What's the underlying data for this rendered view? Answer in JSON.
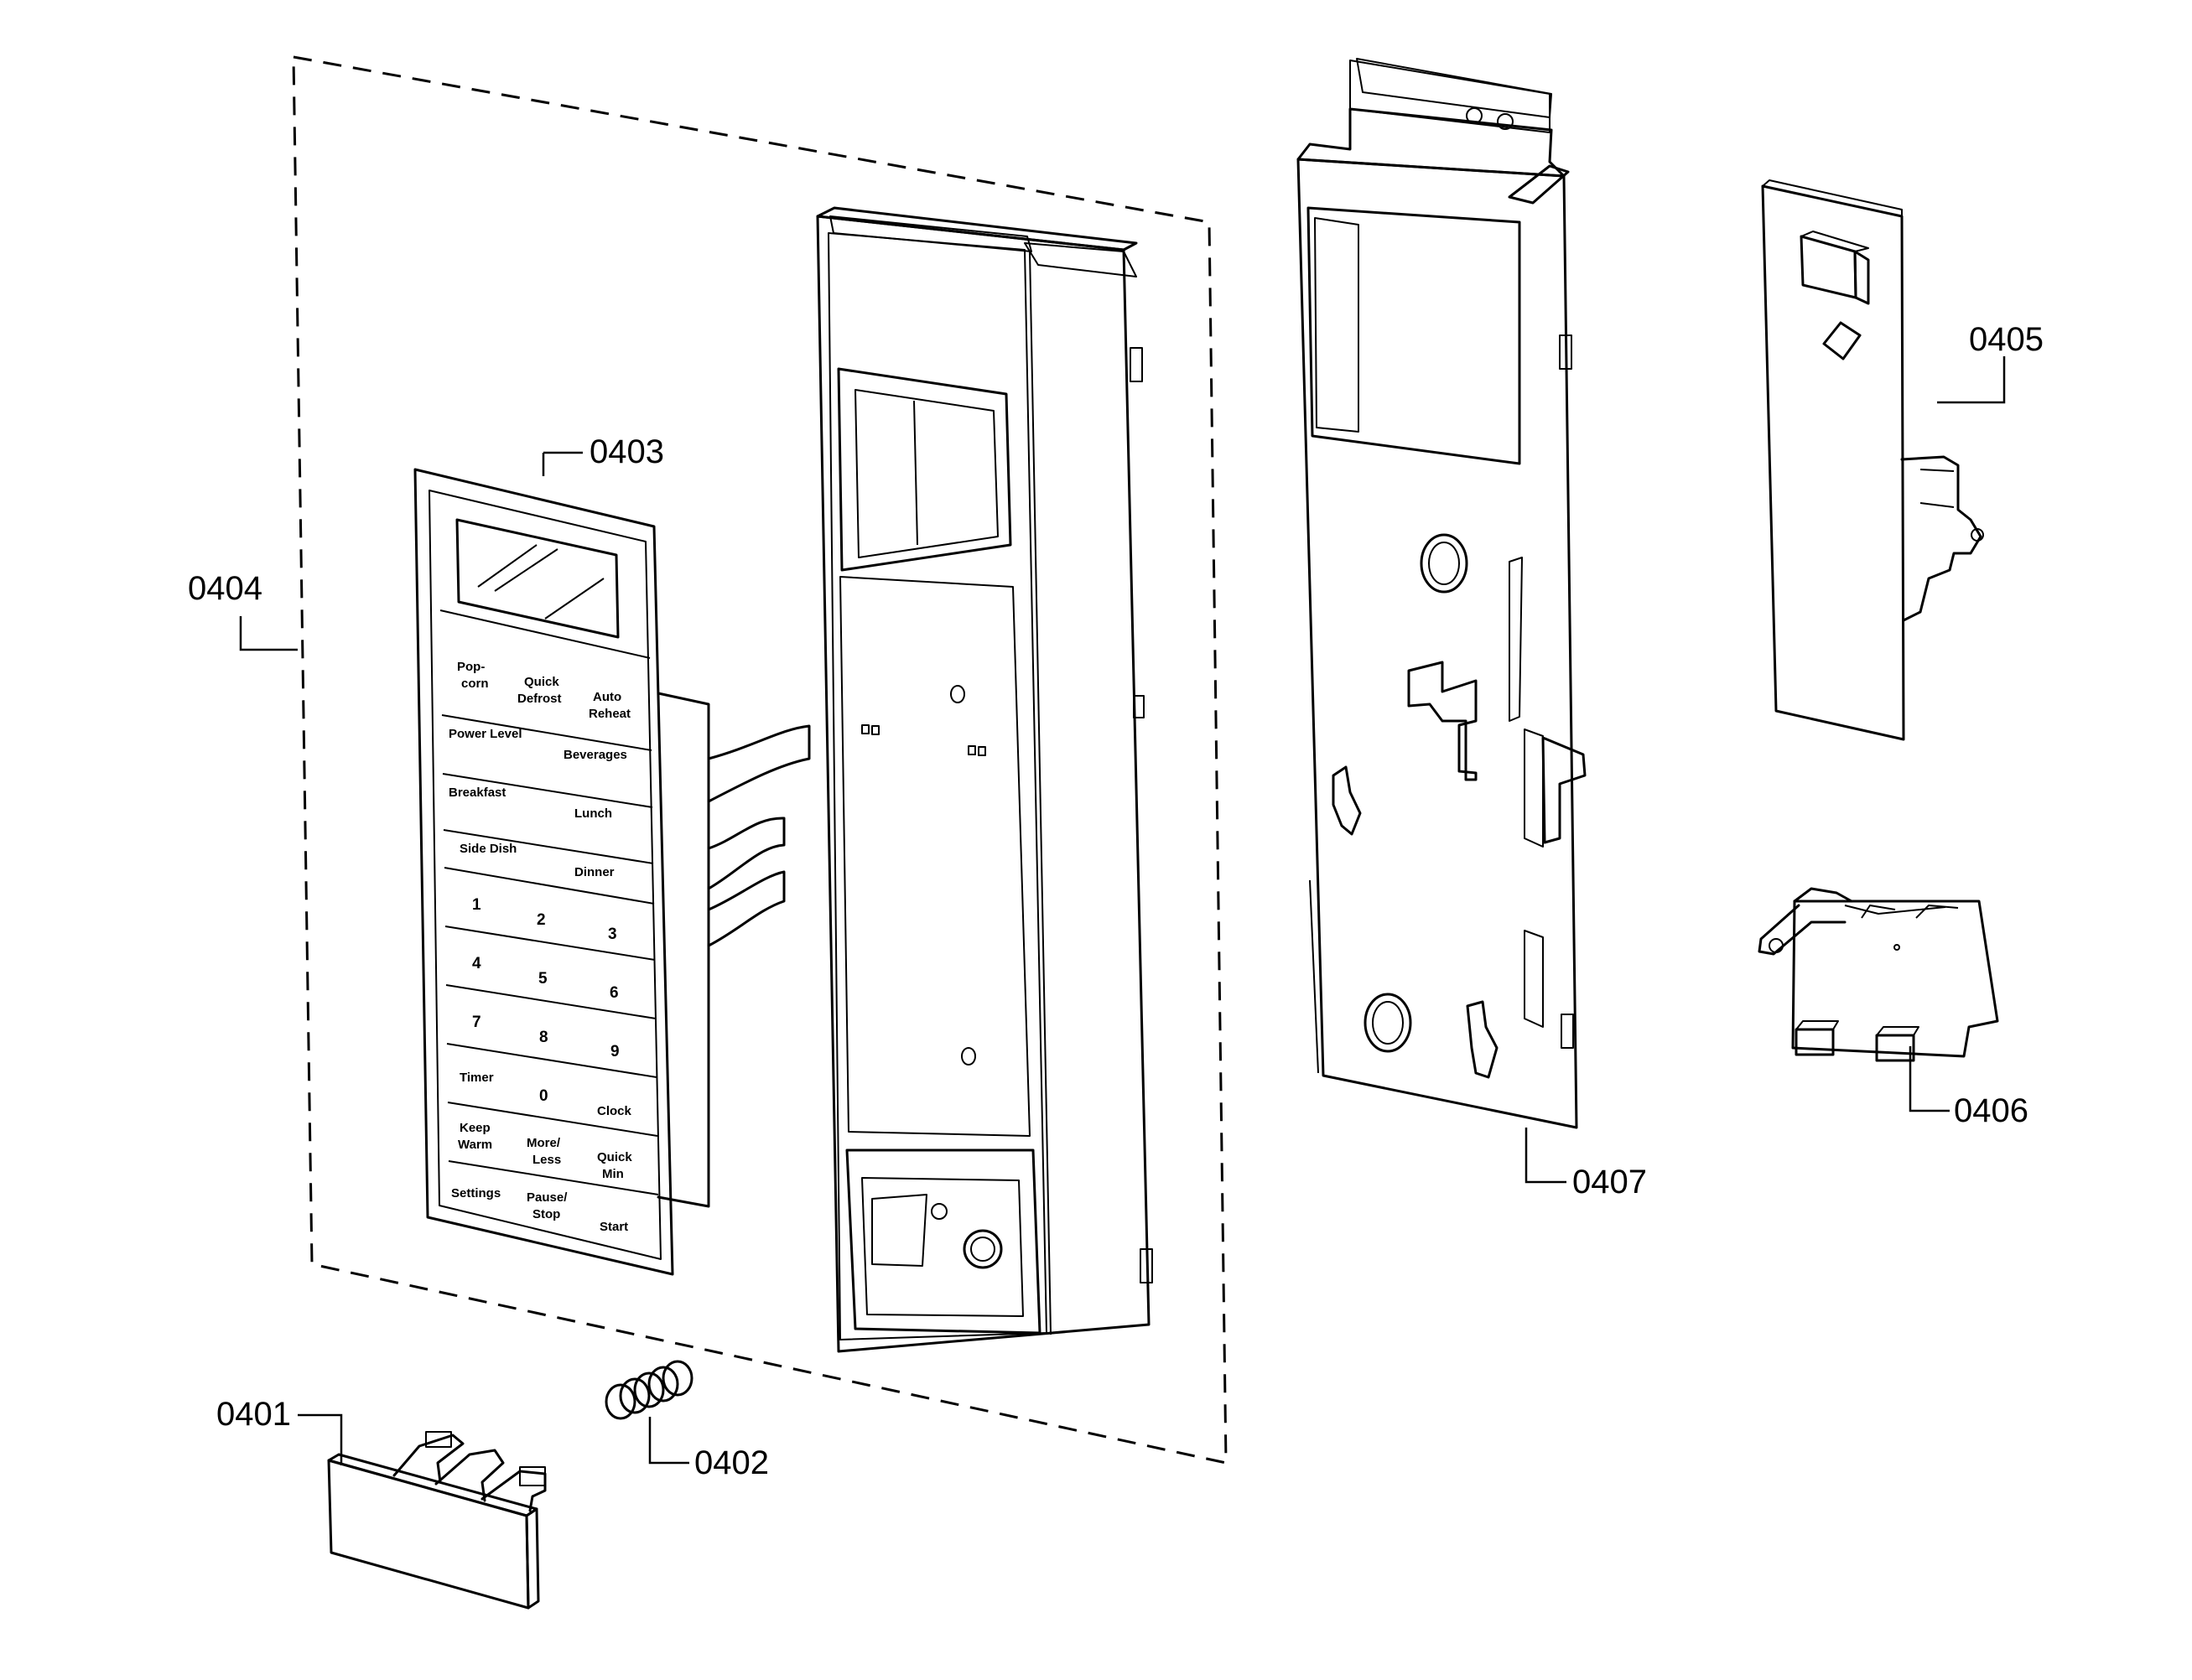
{
  "callouts": {
    "p0401": "0401",
    "p0402": "0402",
    "p0403": "0403",
    "p0404": "0404",
    "p0405": "0405",
    "p0406": "0406",
    "p0407": "0407"
  },
  "keypad": {
    "popcorn_1": "Pop-",
    "popcorn_2": "corn",
    "quick_defrost_1": "Quick",
    "quick_defrost_2": "Defrost",
    "auto_reheat_1": "Auto",
    "auto_reheat_2": "Reheat",
    "power_level": "Power Level",
    "beverages": "Beverages",
    "breakfast": "Breakfast",
    "lunch": "Lunch",
    "side_dish": "Side Dish",
    "dinner": "Dinner",
    "k1": "1",
    "k2": "2",
    "k3": "3",
    "k4": "4",
    "k5": "5",
    "k6": "6",
    "k7": "7",
    "k8": "8",
    "k9": "9",
    "timer": "Timer",
    "k0": "0",
    "clock": "Clock",
    "keep_warm_1": "Keep",
    "keep_warm_2": "Warm",
    "more_less_1": "More/",
    "more_less_2": "Less",
    "quick_min_1": "Quick",
    "quick_min_2": "Min",
    "settings": "Settings",
    "pause_stop_1": "Pause/",
    "pause_stop_2": "Stop",
    "start": "Start"
  }
}
